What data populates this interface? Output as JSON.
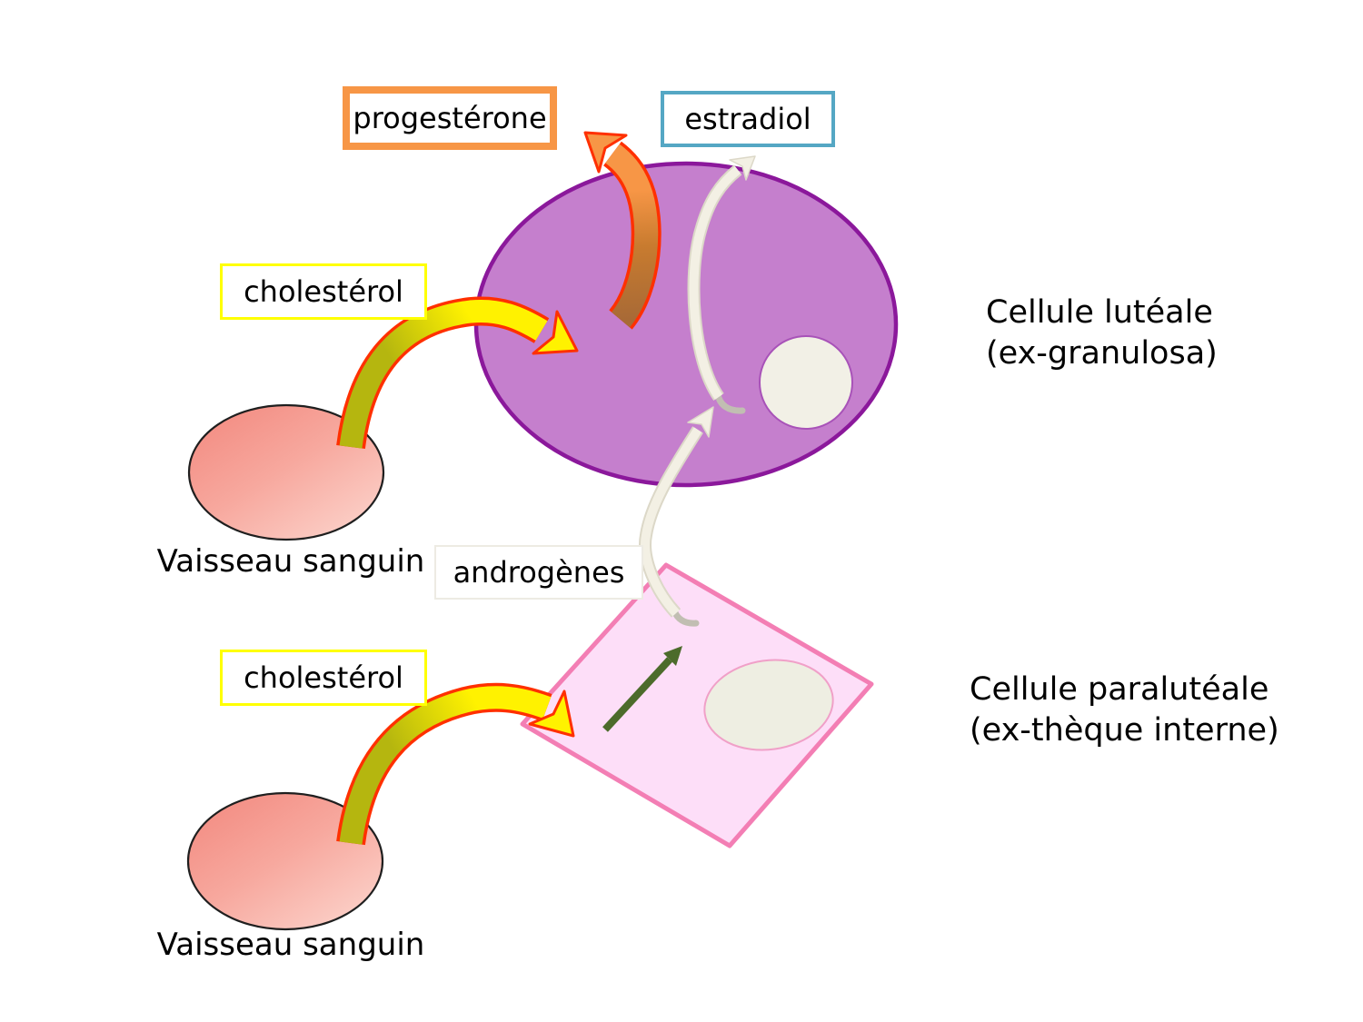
{
  "diagram": {
    "boxes": {
      "progesterone": {
        "label": "progestérone"
      },
      "estradiol": {
        "label": "estradiol"
      },
      "cholesterol_top": {
        "label": "cholestérol"
      },
      "cholesterol_bottom": {
        "label": "cholestérol"
      },
      "androgens": {
        "label": "androgènes"
      }
    },
    "captions": {
      "vessel_top": "Vaisseau sanguin",
      "vessel_bottom": "Vaisseau sanguin",
      "luteal_line1": "Cellule lutéale",
      "luteal_line2": "(ex-granulosa)",
      "paraluteal_line1": "Cellule paralutéale",
      "paraluteal_line2": "(ex-thèque interne)"
    }
  },
  "colors": {
    "background": "#FFFFFF",
    "text": "#000000",
    "luteal_fill": "#C57FCD",
    "luteal_stroke": "#8B189B",
    "nucleus_fill": "#F2F0E6",
    "nucleus_stroke": "#A852B8",
    "paraluteal_fill": "#FDDEF8",
    "paraluteal_stroke": "#F37EB4",
    "paraluteal_nucleus_fill": "#EEEEE2",
    "paraluteal_nucleus_stroke": "#F0A0C8",
    "vessel_dark": "#F2877D",
    "vessel_mid": "#F7A89E",
    "vessel_light": "#FCD4CC",
    "vessel_stroke": "#1F1F1F",
    "arrow_outline": "#FF3000",
    "arrow_yellow": "#FFF200",
    "arrow_olive": "#B5B60F",
    "arrow_orange": "#F79646",
    "arrow_orange_mid": "#C87B2F",
    "arrow_orange_dark": "#A86A36",
    "arrow_cream": "#F3F0E4",
    "arrow_cream_edge": "#DCD8C8",
    "arrow_gray": "#C1BEB2",
    "arrow_green": "#4C6B2B",
    "box_orange": "#F79646",
    "box_teal": "#55A7C4",
    "box_yellow": "#FFFF00",
    "box_light": "#EDEBE3"
  }
}
